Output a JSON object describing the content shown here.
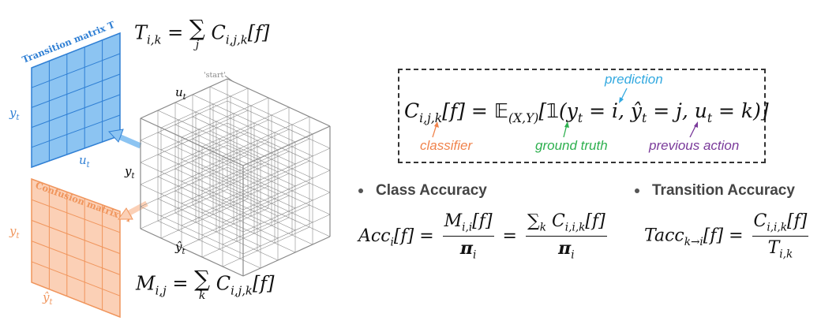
{
  "left_panel": {
    "transition_label": "Transition matrix T",
    "confusion_label": "Confusion matrix M",
    "y_t": "y",
    "u_t": "u",
    "yhat_t": "ŷ",
    "sub_t": "t",
    "cube_start": "'start'",
    "colors": {
      "transition": "#8cc4f2",
      "transition_line": "#2f7fd4",
      "confusion": "#fbd0b6",
      "confusion_line": "#f0955c"
    }
  },
  "equations": {
    "T_def": {
      "lhs": "T",
      "lhs_sub": "i,k",
      "sum_sub": "j",
      "rhs": "C",
      "rhs_sub": "i,j,k",
      "arg": "[f]"
    },
    "M_def": {
      "lhs": "M",
      "lhs_sub": "i,j",
      "sum_sub": "k",
      "rhs": "C",
      "rhs_sub": "i,j,k",
      "arg": "[f]"
    }
  },
  "definition_box": {
    "prediction": "prediction",
    "classifier": "classifier",
    "ground_truth": "ground truth",
    "previous_action": "previous action",
    "colors": {
      "prediction": "#33a9e0",
      "classifier": "#f0834c",
      "ground_truth": "#2eb04f",
      "previous_action": "#7a3a9a"
    }
  },
  "bullets": {
    "class_accuracy": "Class Accuracy",
    "transition_accuracy": "Transition Accuracy"
  }
}
